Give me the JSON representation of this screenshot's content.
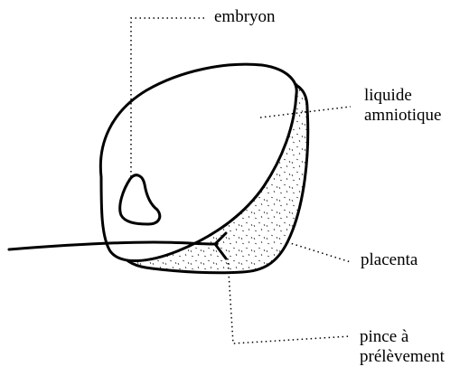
{
  "labels": {
    "embryon": "embryon",
    "liquide_line1": "liquide",
    "liquide_line2": "amniotique",
    "placenta": "placenta",
    "pince_line1": "pince à",
    "pince_line2": "prélèvement"
  }
}
